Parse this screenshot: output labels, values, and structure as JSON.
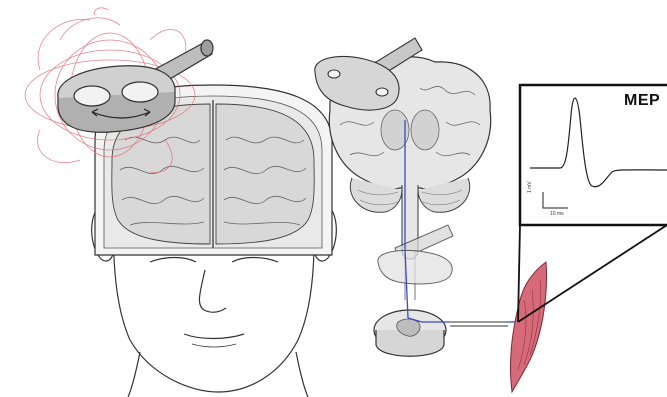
{
  "figure": {
    "panel_label": "MEP",
    "scale_bar_vertical_label": "1 mV",
    "scale_bar_horizontal_label": "10 ms",
    "colors": {
      "line": "#333333",
      "magnetic_field": "#e0707a",
      "muscle": "#d76a78",
      "nerve_pathway": "#3b4bbf"
    }
  }
}
